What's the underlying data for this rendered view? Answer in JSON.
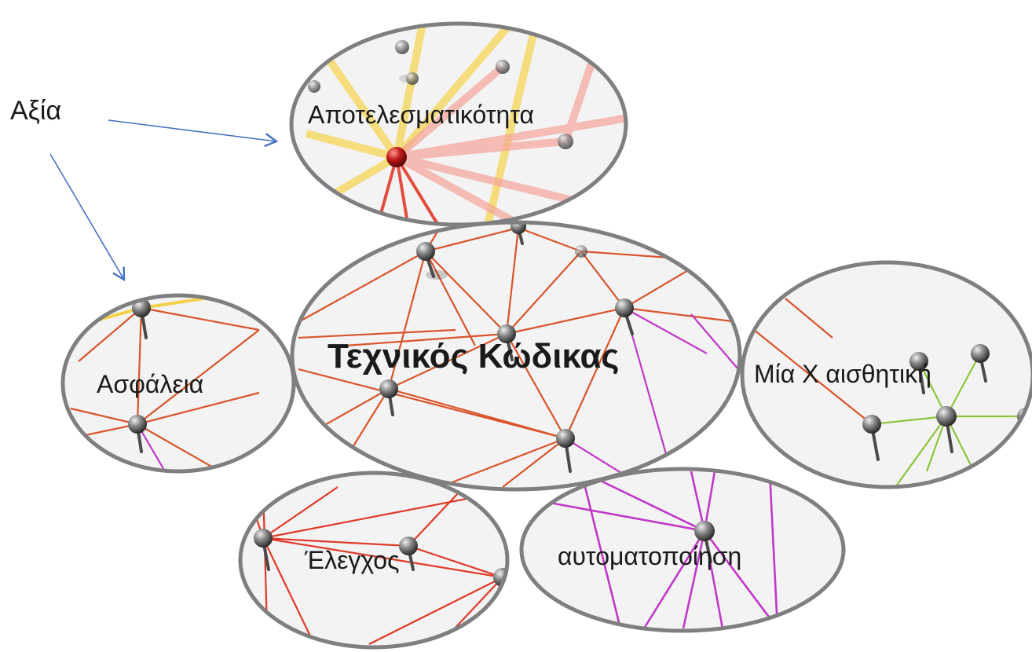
{
  "value_label": "Αξία",
  "center": {
    "label": "Τεχνικός Κώδικας"
  },
  "nodes": {
    "efficiency": "Αποτελεσματικότητα",
    "security": "Ασφάλεια",
    "aesthetics": "Μία Χ αισθητική",
    "testing": "Έλεγχος",
    "automation": "αυτοματοποίηση"
  },
  "colors": {
    "ring": "#7f7f7f",
    "arrow": "#4472c4",
    "thread_orange": "#d9542b",
    "thread_red": "#e03a2a",
    "thread_magenta": "#c038c8",
    "thread_green": "#8cc43c",
    "thread_yellow": "#f5d24a",
    "thread_pink": "#f4a49a"
  }
}
